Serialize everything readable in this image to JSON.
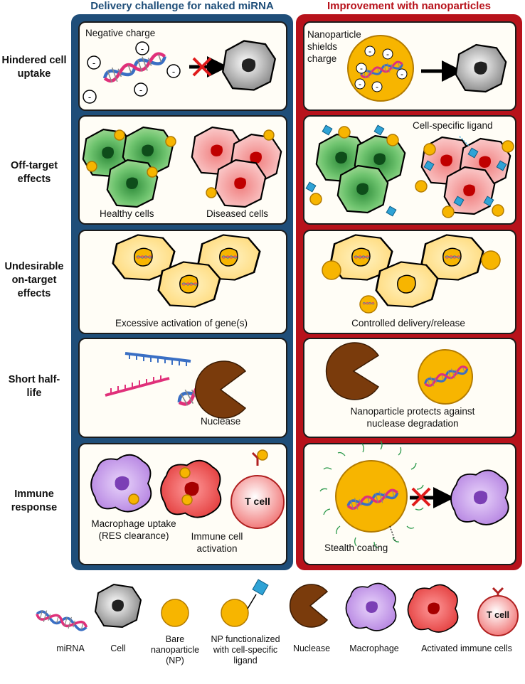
{
  "columns": {
    "left_title": "Delivery challenge for naked miRNA",
    "right_title": "Improvement with nanoparticles",
    "left_color": "#1f4e79",
    "right_color": "#b7121b"
  },
  "rows": [
    {
      "label": "Hindered cell uptake",
      "left": {
        "text": "Negative charge"
      },
      "right": {
        "text": "Nanoparticle shields charge"
      }
    },
    {
      "label": "Off-target effects",
      "left": {
        "text_a": "Healthy cells",
        "text_b": "Diseased cells"
      },
      "right": {
        "text": "Cell-specific ligand"
      }
    },
    {
      "label": "Undesirable on-target effects",
      "left": {
        "text": "Excessive activation of gene(s)"
      },
      "right": {
        "text": "Controlled delivery/release"
      }
    },
    {
      "label": "Short half-life",
      "left": {
        "text": "Nuclease"
      },
      "right": {
        "text": "Nanoparticle protects against nuclease degradation"
      }
    },
    {
      "label": "Immune response",
      "left": {
        "text_a": "Macrophage uptake (RES clearance)",
        "text_b": "Immune cell activation",
        "tcell": "T cell"
      },
      "right": {
        "text": "Stealth coating"
      }
    }
  ],
  "legend": [
    {
      "label": "miRNA",
      "icon": "mirna-icon"
    },
    {
      "label": "Cell",
      "icon": "cell-icon"
    },
    {
      "label": "Bare nanoparticle (NP)",
      "icon": "nanoparticle-icon"
    },
    {
      "label": "NP functionalized with cell-specific ligand",
      "icon": "functionalized-np-icon"
    },
    {
      "label": "Nuclease",
      "icon": "nuclease-icon"
    },
    {
      "label": "Macrophage",
      "icon": "macrophage-icon"
    },
    {
      "label": "Activated immune cells",
      "icon": "activated-immune-cells-icon",
      "tcell": "T cell"
    }
  ],
  "colors": {
    "np": "#f7b500",
    "healthy": "#5cb85c",
    "diseased": "#f2a3a3",
    "yellow_cell": "#ffe9a0",
    "nuclease": "#7a3b0c",
    "macrophage": "#c59be6",
    "activated": "#ee4b4b",
    "ligand": "#2fa3d6",
    "dna_blue": "#3a6fc4",
    "dna_pink": "#e0307a"
  }
}
